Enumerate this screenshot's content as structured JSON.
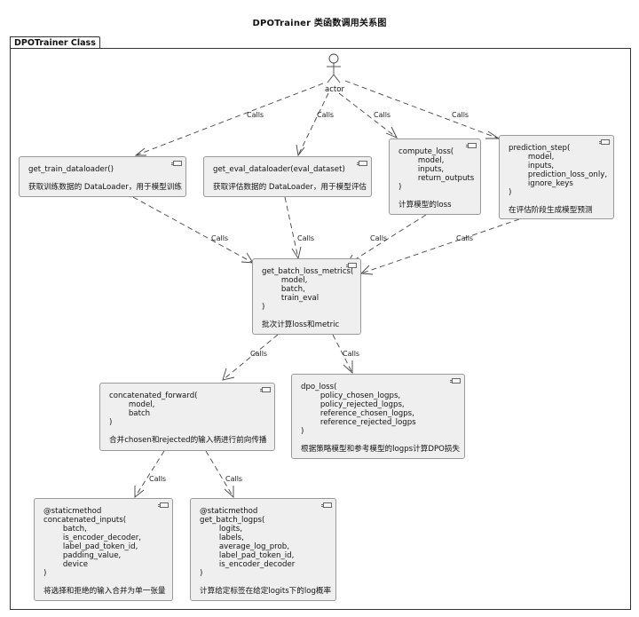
{
  "title": "DPOTrainer 类函数调用关系图",
  "package_label": "DPOTrainer Class",
  "actor": {
    "label": "actor"
  },
  "edge_label": "Calls",
  "nodes": {
    "get_train_dataloader": {
      "signature": "get_train_dataloader()",
      "description": "获取训练数据的 DataLoader，用于模型训练"
    },
    "get_eval_dataloader": {
      "signature": "get_eval_dataloader(eval_dataset)",
      "description": "获取评估数据的 DataLoader，用于模型评估"
    },
    "compute_loss": {
      "signature": "compute_loss(\n        model,\n        inputs,\n        return_outputs\n)",
      "description": "计算模型的loss"
    },
    "prediction_step": {
      "signature": "prediction_step(\n        model,\n        inputs,\n        prediction_loss_only,\n        ignore_keys\n)",
      "description": "在评估阶段生成模型预测"
    },
    "get_batch_loss_metrics": {
      "signature": "get_batch_loss_metrics(\n        model,\n        batch,\n        train_eval\n)",
      "description": "批次计算loss和metric"
    },
    "concatenated_forward": {
      "signature": "concatenated_forward(\n        model,\n        batch\n)",
      "description": "合并chosen和rejected的输入柄进行前向传播"
    },
    "dpo_loss": {
      "signature": "dpo_loss(\n        policy_chosen_logps,\n        policy_rejected_logps,\n        reference_chosen_logps,\n        reference_rejected_logps\n)",
      "description": "根据策略模型和参考模型的logps计算DPO损失"
    },
    "concatenated_inputs": {
      "signature": "@staticmethod\nconcatenated_inputs(\n        batch,\n        is_encoder_decoder,\n        label_pad_token_id,\n        padding_value,\n        device\n)",
      "description": "将选择和拒绝的输入合并为单一张量"
    },
    "get_batch_logps": {
      "signature": "@staticmethod\nget_batch_logps(\n        logits,\n        labels,\n        average_log_prob,\n        label_pad_token_id,\n        is_encoder_decoder\n)",
      "description": "计算给定标签在给定logits下的log概率"
    }
  }
}
